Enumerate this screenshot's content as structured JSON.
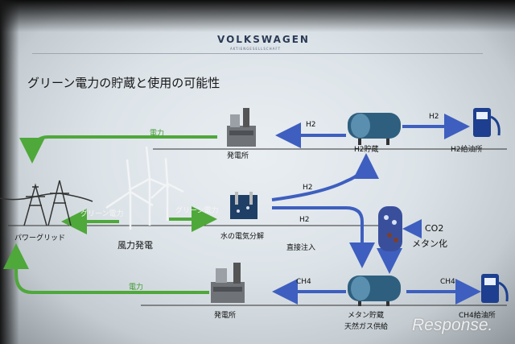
{
  "slide": {
    "brand": "VOLKSWAGEN",
    "brand_sub": "AKTIENGESELLSCHAFT",
    "title": "グリーン電力の貯蔵と使用の可能性"
  },
  "labels": {
    "top_power_flow": "電力",
    "top_power_plant": "発電所",
    "top_h2_flow": "H2",
    "h2_storage": "H2貯蔵",
    "h2_to_station": "H2",
    "h2_station": "H2給油所",
    "grid": "パワーグリッド",
    "green_power_left": "グリーン電力",
    "wind_power": "風力発電",
    "green_power_right": "グリーン電力",
    "electrolysis": "水の電気分解",
    "h2_upper": "H2",
    "h2_lower": "H2",
    "direct_injection": "直接注入",
    "co2": "CO2",
    "methanation": "メタン化",
    "bottom_power_flow": "電力",
    "bottom_power_plant": "発電所",
    "ch4_left": "CH4",
    "methane_storage_1": "メタン貯蔵",
    "methane_storage_2": "天然ガス供給",
    "ch4_right": "CH4",
    "ch4_station": "CH4給油所"
  },
  "watermark": "Response.",
  "colors": {
    "green": "#4fa83a",
    "blue": "#3e5fbf",
    "tank": "#2f5f7f",
    "pump": "#1e3f8f"
  }
}
